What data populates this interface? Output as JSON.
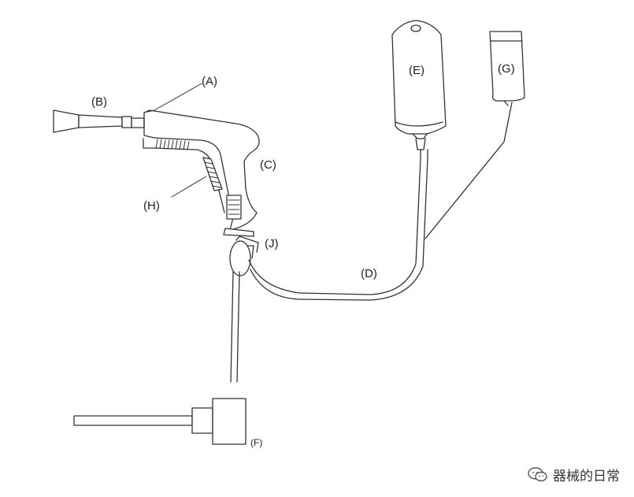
{
  "labels": {
    "A": "(A)",
    "B": "(B)",
    "C": "(C)",
    "D": "(D)",
    "E": "(E)",
    "F": "(F)",
    "G": "(G)",
    "H": "(H)",
    "J": "(J)"
  },
  "watermark": {
    "text": "器械的日常",
    "icon": "wechat-logo-icon"
  },
  "colors": {
    "stroke": "#333333",
    "background": "#ffffff"
  }
}
